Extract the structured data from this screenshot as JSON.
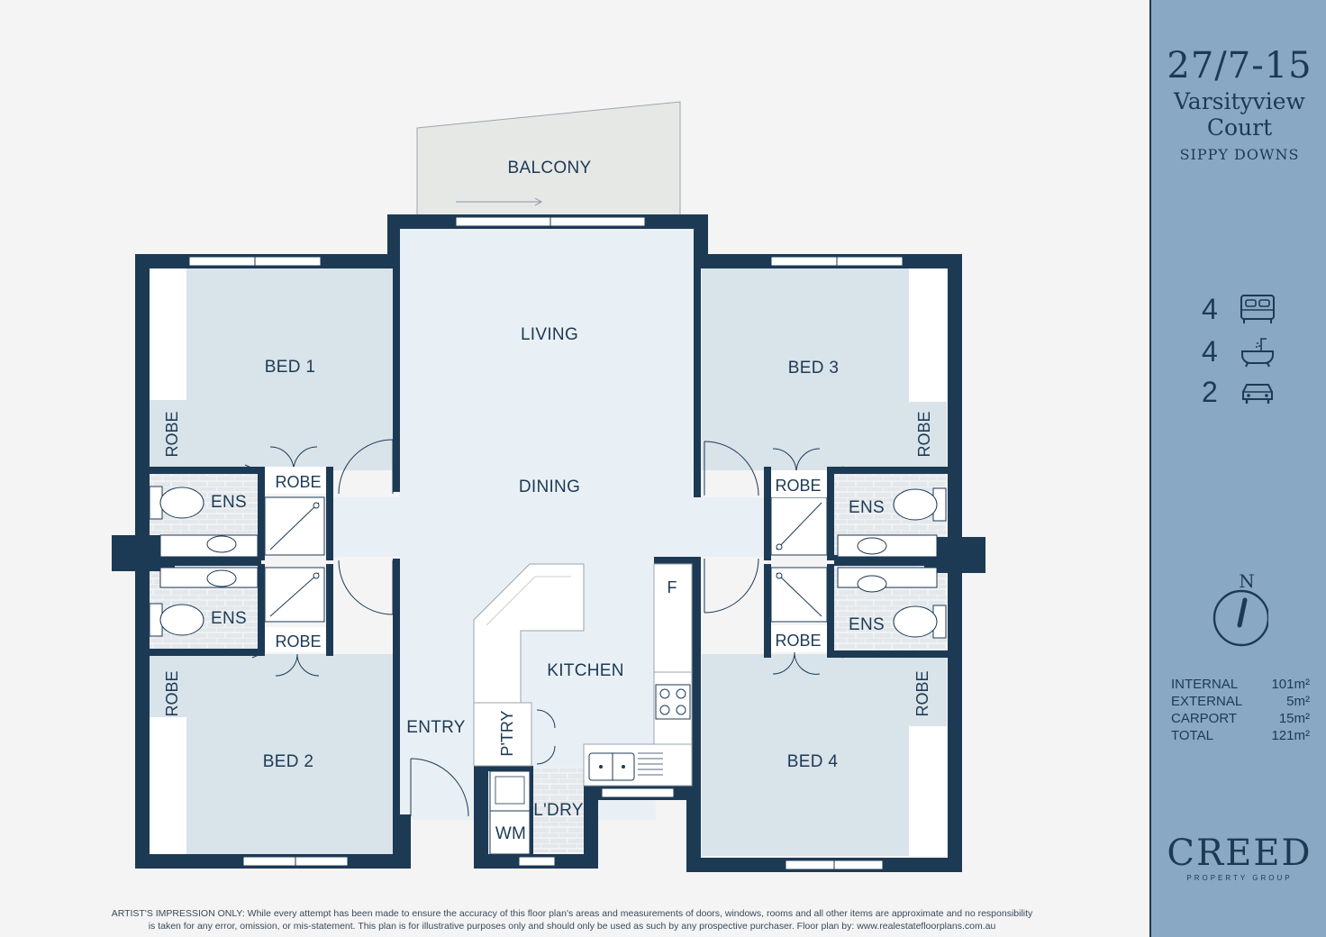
{
  "address": {
    "line1": "27/7-15",
    "line2": "Varsityview",
    "line3": "Court",
    "suburb": "SIPPY DOWNS"
  },
  "features": {
    "beds": "4",
    "baths": "4",
    "cars": "2"
  },
  "compass_label": "N",
  "areas": [
    {
      "label": "INTERNAL",
      "value": "101m²"
    },
    {
      "label": "EXTERNAL",
      "value": "5m²"
    },
    {
      "label": "CARPORT",
      "value": "15m²"
    },
    {
      "label": "TOTAL",
      "value": "121m²"
    }
  ],
  "brand": {
    "name": "CREED",
    "tagline": "PROPERTY GROUP"
  },
  "rooms": {
    "balcony": "BALCONY",
    "living": "LIVING",
    "dining": "DINING",
    "kitchen": "KITCHEN",
    "entry": "ENTRY",
    "pantry": "P'TRY",
    "laundry": "L'DRY",
    "wm": "WM",
    "fridge": "F",
    "bed1": "BED 1",
    "bed2": "BED 2",
    "bed3": "BED 3",
    "bed4": "BED 4",
    "robe": "ROBE",
    "ens": "ENS"
  },
  "colors": {
    "wall": "#1d3a55",
    "bedroom_floor": "#d9e3ea",
    "living_floor": "#e9f0f5",
    "sidebar": "#88a8c3"
  },
  "disclaimer": {
    "line1": "ARTIST'S IMPRESSION ONLY: While every attempt has been made to ensure the accuracy of this floor plan's areas and measurements of doors, windows, rooms and all other items are approximate and no responsibility",
    "line2": "is taken for any error, omission, or mis-statement. This plan is for illustrative purposes only and should only be used as such by any prospective purchaser. Floor plan by: www.realestatefloorplans.com.au"
  }
}
